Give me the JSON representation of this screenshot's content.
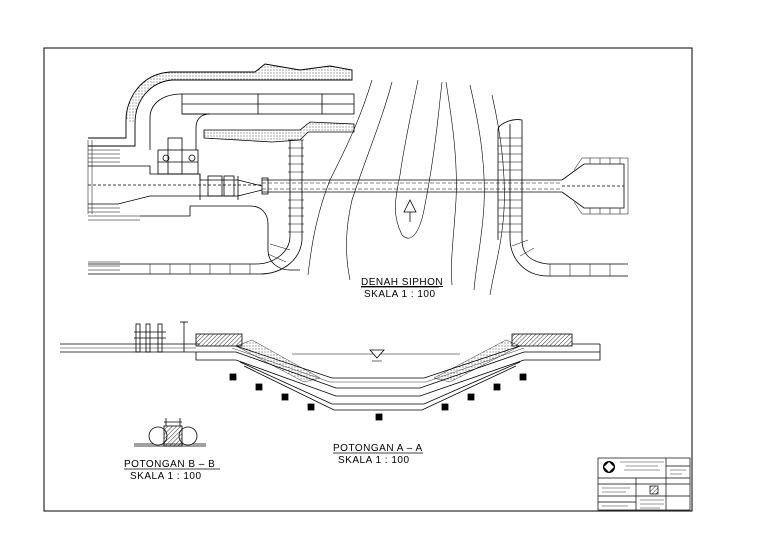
{
  "plan": {
    "title": "DENAH SIPHON",
    "scale": "SKALA 1 : 100"
  },
  "section_aa": {
    "title": "POTONGAN A – A",
    "scale": "SKALA 1 : 100"
  },
  "section_bb": {
    "title": "POTONGAN B – B",
    "scale": "SKALA 1 : 100"
  },
  "colors": {
    "line": "#000000",
    "paper": "#ffffff",
    "hatch": "#555555"
  },
  "icons": {
    "north_arrow": "north-arrow-icon",
    "water_level": "water-level-triangle-icon",
    "logo": "company-logo-icon"
  }
}
